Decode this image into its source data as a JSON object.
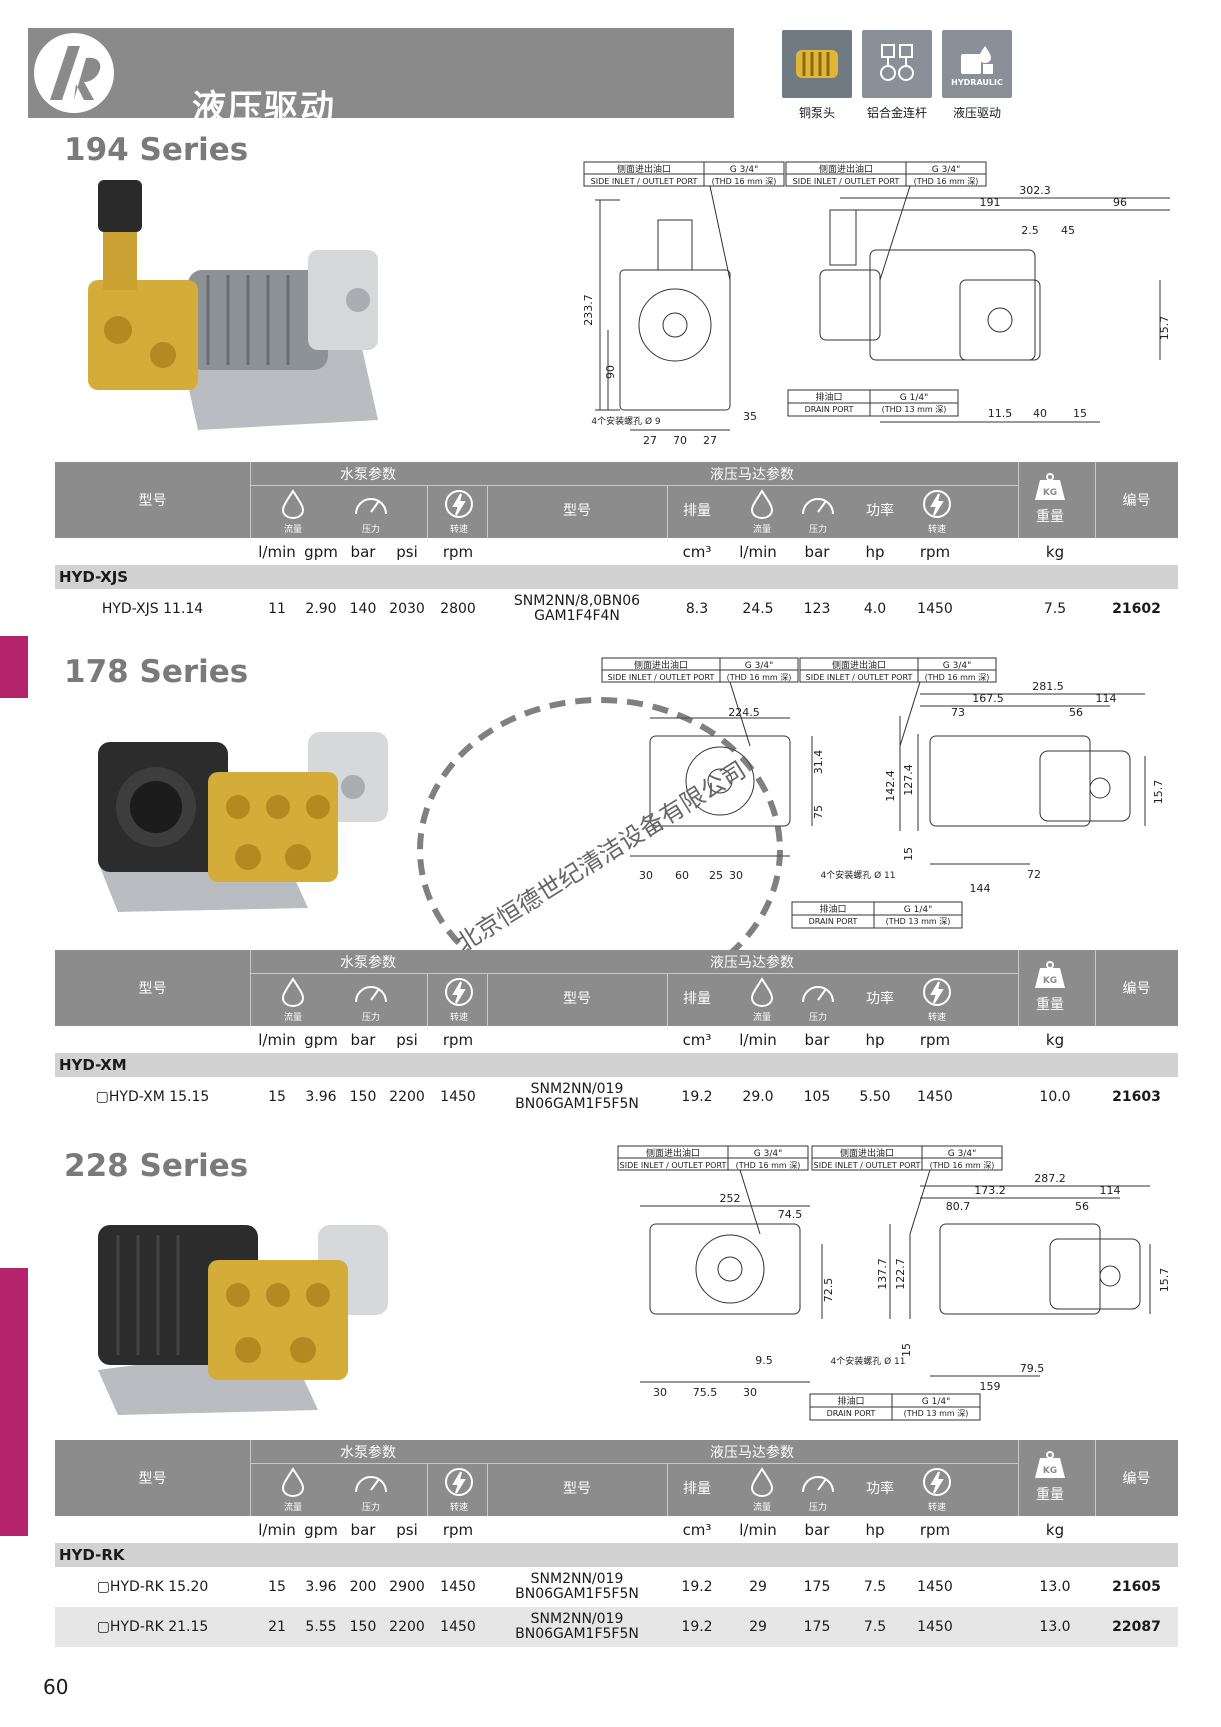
{
  "header": {
    "title": "液压驱动",
    "features": [
      {
        "label": "铜泵头",
        "icon": "brass-head-icon"
      },
      {
        "label": "铝合金连杆",
        "icon": "conrod-icon"
      },
      {
        "label": "液压驱动",
        "icon": "hydraulic-icon",
        "sub": "HYDRAULIC"
      }
    ]
  },
  "table_header": {
    "model": "型号",
    "water_group": "水泵参数",
    "hydraulic_group": "液压马达参数",
    "motor_model": "型号",
    "displacement": "排量",
    "power": "功率",
    "flow_cap": "流量",
    "pressure_cap": "压力",
    "speed_cap": "转速",
    "weight": "重量",
    "weight_badge": "KG",
    "code": "编号"
  },
  "units": [
    "l/min",
    "gpm",
    "bar",
    "psi",
    "rpm",
    "cm³",
    "l/min",
    "bar",
    "hp",
    "rpm",
    "kg"
  ],
  "drawing_labels": {
    "side_port_cn": "侧面进出油口",
    "side_port_en": "SIDE INLET / OUTLET PORT",
    "g34": "G 3/4\"",
    "thd16": "(THD 16 mm 深)",
    "drain_cn": "排油口",
    "drain_en": "DRAIN PORT",
    "g14": "G 1/4\"",
    "thd13": "(THD 13 mm 深)",
    "holes9": "4个安装螺孔 Ø 9",
    "holes11": "4个安装螺孔 Ø 11"
  },
  "series": [
    {
      "title": "194 Series",
      "group": "HYD-XJS",
      "dims": {
        "a": "233.7",
        "b": "90",
        "c": "35",
        "d": "27",
        "e": "70",
        "f": "27",
        "g": "302.3",
        "h": "191",
        "i": "96",
        "j": "2.5",
        "k": "45",
        "l": "15.7",
        "m": "11.5",
        "n": "40",
        "o": "15"
      },
      "rows": [
        {
          "model": "HYD-XJS 11.14",
          "lmin": "11",
          "gpm": "2.90",
          "bar": "140",
          "psi": "2030",
          "rpm": "2800",
          "motor": "SNM2NN/8,0BN06",
          "motor2": "GAM1F4F4N",
          "cm3": "8.3",
          "hlmin": "24.5",
          "hbar": "123",
          "hp": "4.0",
          "hrpm": "1450",
          "kg": "7.5",
          "code": "21602"
        }
      ]
    },
    {
      "title": "178 Series",
      "group": "HYD-XM",
      "dims": {
        "a": "224.5",
        "b": "31.4",
        "c": "75",
        "d": "30",
        "e": "60",
        "f": "25",
        "g": "30",
        "h": "281.5",
        "i": "167.5",
        "j": "114",
        "k": "73",
        "l": "56",
        "m": "142.4",
        "n": "127.4",
        "o": "15.7",
        "p": "15",
        "q": "72",
        "r": "144"
      },
      "rows": [
        {
          "model": "▢HYD-XM 15.15",
          "lmin": "15",
          "gpm": "3.96",
          "bar": "150",
          "psi": "2200",
          "rpm": "1450",
          "motor": "SNM2NN/019",
          "motor2": "BN06GAM1F5F5N",
          "cm3": "19.2",
          "hlmin": "29.0",
          "hbar": "105",
          "hp": "5.50",
          "hrpm": "1450",
          "kg": "10.0",
          "code": "21603"
        }
      ]
    },
    {
      "title": "228 Series",
      "group": "HYD-RK",
      "dims": {
        "a": "252",
        "b": "74.5",
        "c": "72.5",
        "d": "9.5",
        "e": "30",
        "f": "75.5",
        "g": "30",
        "h": "287.2",
        "i": "173.2",
        "j": "114",
        "k": "80.7",
        "l": "56",
        "m": "137.7",
        "n": "122.7",
        "o": "15.7",
        "p": "15",
        "q": "79.5",
        "r": "159"
      },
      "rows": [
        {
          "model": "▢HYD-RK 15.20",
          "lmin": "15",
          "gpm": "3.96",
          "bar": "200",
          "psi": "2900",
          "rpm": "1450",
          "motor": "SNM2NN/019",
          "motor2": "BN06GAM1F5F5N",
          "cm3": "19.2",
          "hlmin": "29",
          "hbar": "175",
          "hp": "7.5",
          "hrpm": "1450",
          "kg": "13.0",
          "code": "21605"
        },
        {
          "model": "▢HYD-RK 21.15",
          "lmin": "21",
          "gpm": "5.55",
          "bar": "150",
          "psi": "2200",
          "rpm": "1450",
          "motor": "SNM2NN/019",
          "motor2": "BN06GAM1F5F5N",
          "cm3": "19.2",
          "hlmin": "29",
          "hbar": "175",
          "hp": "7.5",
          "hrpm": "1450",
          "kg": "13.0",
          "code": "22087"
        }
      ]
    }
  ],
  "watermark": "北京恒德世纪清洁设备有限公司",
  "page_number": "60",
  "colors": {
    "header_gray": "#8a8a8a",
    "accent_magenta": "#b4236b",
    "row_alt": "#e6e6e6"
  }
}
